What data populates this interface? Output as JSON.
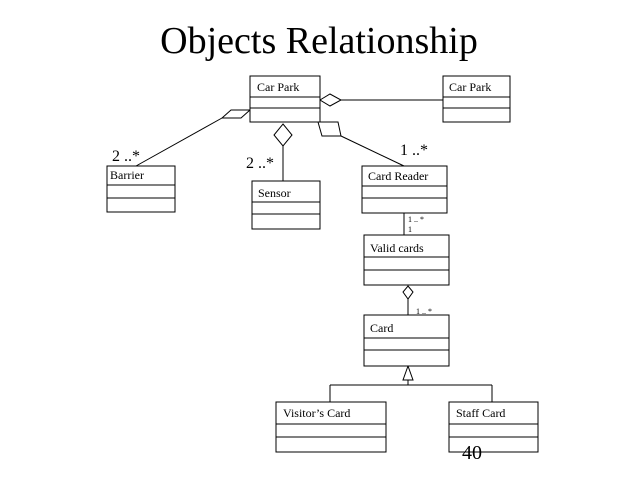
{
  "title": "Objects Relationship",
  "page_number": "40",
  "classes": {
    "car_park_main": "Car Park",
    "car_park_right": "Car Park",
    "barrier": "Barrier",
    "sensor": "Sensor",
    "card_reader": "Card Reader",
    "valid_cards": "Valid cards",
    "card": "Card",
    "visitors_card": "Visitor’s Card",
    "staff_card": "Staff Card"
  },
  "multiplicities": {
    "barrier": "2 ..*",
    "sensor": "2 ..*",
    "card_reader": "1 ..*",
    "reader_valid_top": "1 .. *",
    "reader_valid_bottom": "1",
    "valid_card": "1 .. *"
  }
}
